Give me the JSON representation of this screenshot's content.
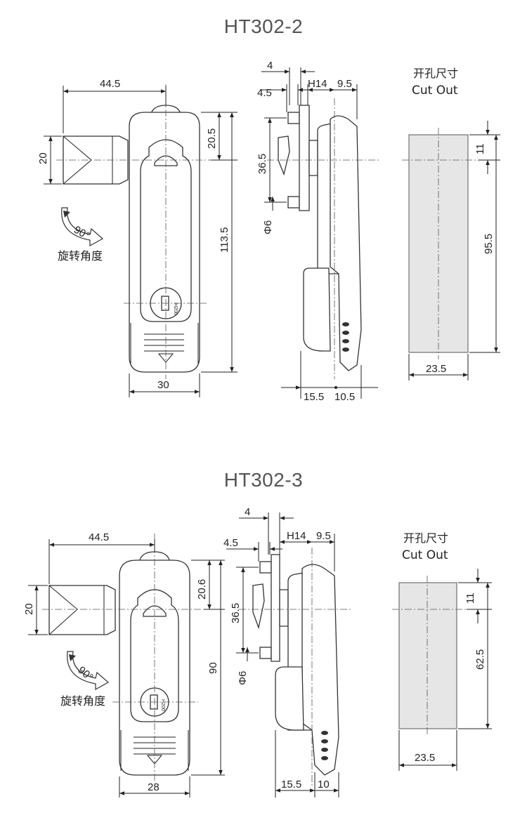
{
  "drawings": [
    {
      "model": "HT302-2",
      "dims": {
        "handle_offset": "44.5",
        "lever_height": "20",
        "top_offset": "20.5",
        "total_height": "113.5",
        "body_width": "30",
        "side_4": "4",
        "side_4_5": "4.5",
        "side_h14": "H14",
        "side_9_5": "9.5",
        "side_36_5": "36.5",
        "side_phi6": "Φ6",
        "side_15_5": "15.5",
        "side_10_5": "10.5",
        "cut_11": "11",
        "cut_height": "95.5",
        "cut_width": "23.5"
      },
      "rotation_angle": "90°",
      "rotation_label": "旋转角度",
      "key_text": "H200",
      "cutout_title_cn": "开孔尺寸",
      "cutout_title_en": "Cut Out"
    },
    {
      "model": "HT302-3",
      "dims": {
        "handle_offset": "44.5",
        "lever_height": "20",
        "top_offset": "20.6",
        "total_height": "90",
        "body_width": "28",
        "side_4": "4",
        "side_4_5": "4.5",
        "side_h14": "H14",
        "side_9_5": "9.5",
        "side_36_5": "36.5",
        "side_phi6": "Φ6",
        "side_15_5": "15.5",
        "side_10": "10",
        "cut_11": "11",
        "cut_height": "62.5",
        "cut_width": "23.5"
      },
      "rotation_angle": "90°",
      "rotation_label": "旋转角度",
      "key_text": "H200",
      "cutout_title_cn": "开孔尺寸",
      "cutout_title_en": "Cut Out"
    }
  ]
}
